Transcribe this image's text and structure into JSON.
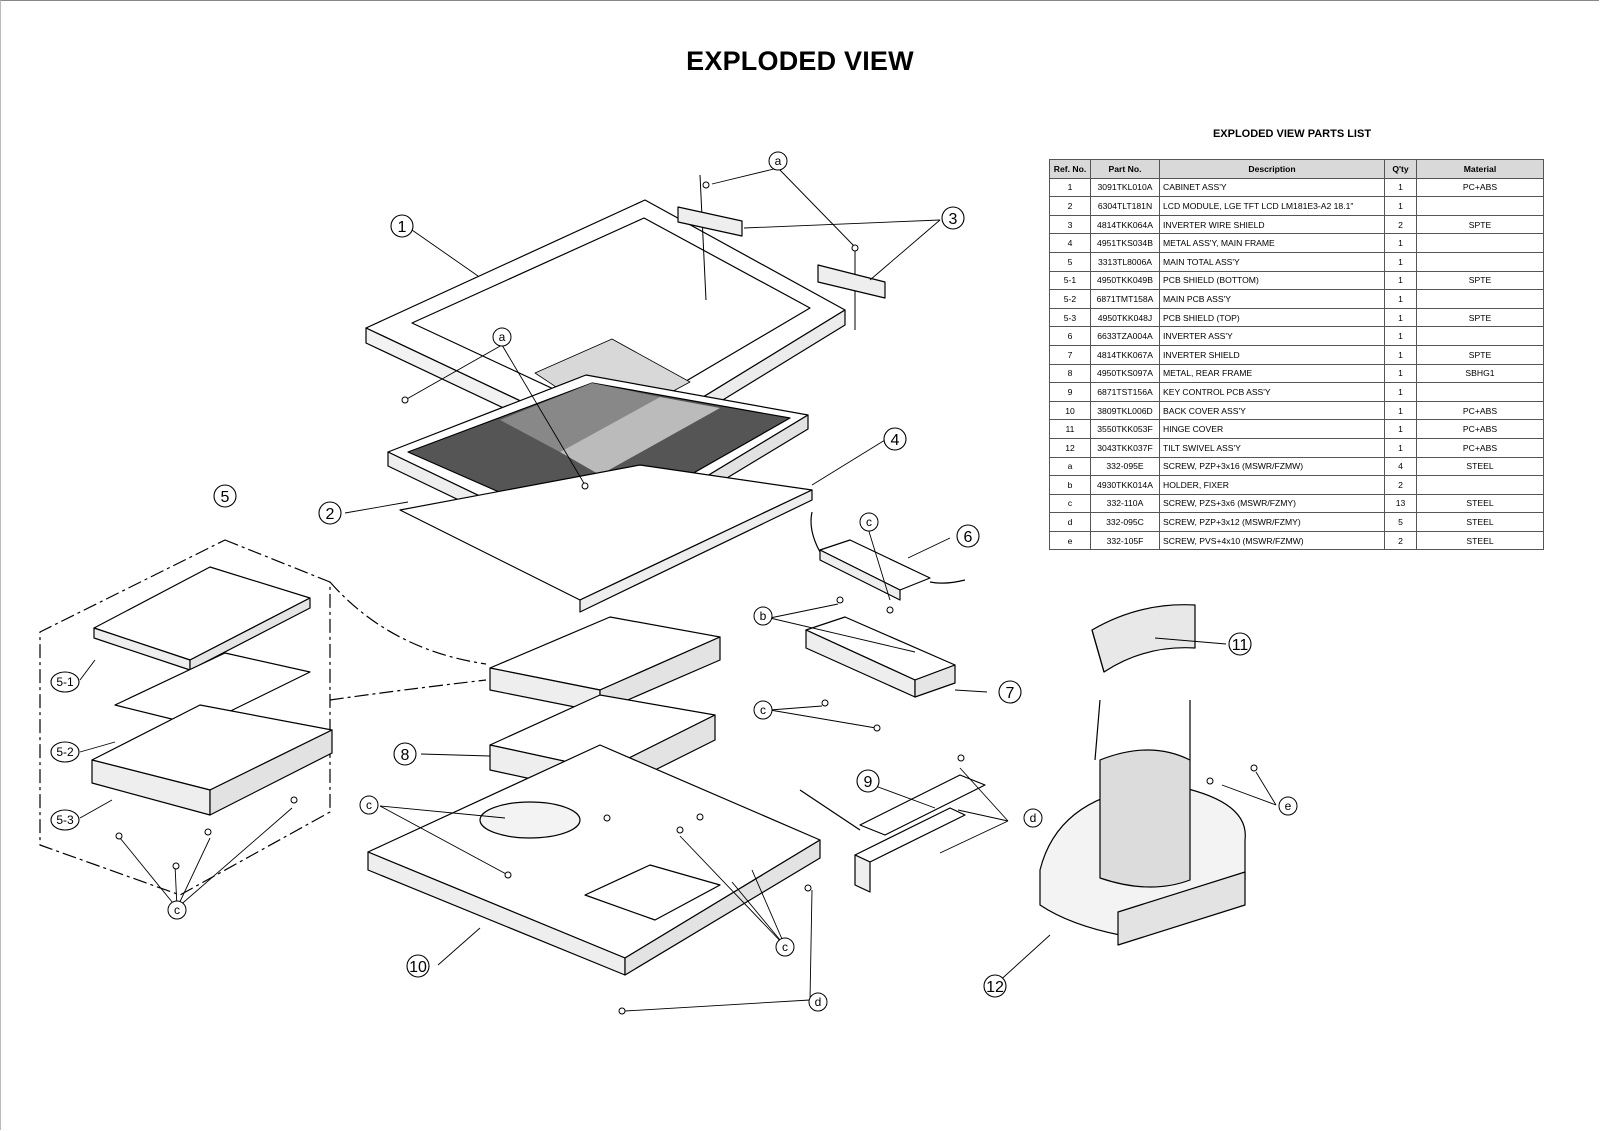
{
  "title": "EXPLODED VIEW",
  "parts_list": {
    "title": "EXPLODED VIEW PARTS LIST",
    "headers": [
      "Ref. No.",
      "Part No.",
      "Description",
      "Q'ty",
      "Material"
    ],
    "rows": [
      {
        "ref": "1",
        "part": "3091TKL010A",
        "desc": "CABINET ASS'Y",
        "qty": "1",
        "material": "PC+ABS"
      },
      {
        "ref": "2",
        "part": "6304TLT181N",
        "desc": "LCD MODULE, LGE TFT LCD LM181E3-A2 18.1\"",
        "qty": "1",
        "material": ""
      },
      {
        "ref": "3",
        "part": "4814TKK064A",
        "desc": "INVERTER WIRE SHIELD",
        "qty": "2",
        "material": "SPTE"
      },
      {
        "ref": "4",
        "part": "4951TKS034B",
        "desc": "METAL ASS'Y, MAIN FRAME",
        "qty": "1",
        "material": ""
      },
      {
        "ref": "5",
        "part": "3313TL8006A",
        "desc": "MAIN TOTAL ASS'Y",
        "qty": "1",
        "material": ""
      },
      {
        "ref": "5-1",
        "part": "4950TKK049B",
        "desc": "PCB SHIELD (BOTTOM)",
        "qty": "1",
        "material": "SPTE"
      },
      {
        "ref": "5-2",
        "part": "6871TMT158A",
        "desc": "MAIN PCB ASS'Y",
        "qty": "1",
        "material": ""
      },
      {
        "ref": "5-3",
        "part": "4950TKK048J",
        "desc": "PCB SHIELD (TOP)",
        "qty": "1",
        "material": "SPTE"
      },
      {
        "ref": "6",
        "part": "6633TZA004A",
        "desc": "INVERTER ASS'Y",
        "qty": "1",
        "material": ""
      },
      {
        "ref": "7",
        "part": "4814TKK067A",
        "desc": "INVERTER SHIELD",
        "qty": "1",
        "material": "SPTE"
      },
      {
        "ref": "8",
        "part": "4950TKS097A",
        "desc": "METAL, REAR FRAME",
        "qty": "1",
        "material": "SBHG1"
      },
      {
        "ref": "9",
        "part": "6871TST156A",
        "desc": "KEY CONTROL PCB ASS'Y",
        "qty": "1",
        "material": ""
      },
      {
        "ref": "10",
        "part": "3809TKL006D",
        "desc": "BACK COVER ASS'Y",
        "qty": "1",
        "material": "PC+ABS"
      },
      {
        "ref": "11",
        "part": "3550TKK053F",
        "desc": "HINGE COVER",
        "qty": "1",
        "material": "PC+ABS"
      },
      {
        "ref": "12",
        "part": "3043TKK037F",
        "desc": "TILT SWIVEL ASS'Y",
        "qty": "1",
        "material": "PC+ABS"
      },
      {
        "ref": "a",
        "part": "332-095E",
        "desc": "SCREW, PZP+3x16 (MSWR/FZMW)",
        "qty": "4",
        "material": "STEEL"
      },
      {
        "ref": "b",
        "part": "4930TKK014A",
        "desc": "HOLDER, FIXER",
        "qty": "2",
        "material": ""
      },
      {
        "ref": "c",
        "part": "332-110A",
        "desc": "SCREW, PZS+3x6 (MSWR/FZMY)",
        "qty": "13",
        "material": "STEEL"
      },
      {
        "ref": "d",
        "part": "332-095C",
        "desc": "SCREW, PZP+3x12 (MSWR/FZMY)",
        "qty": "5",
        "material": "STEEL"
      },
      {
        "ref": "e",
        "part": "332-105F",
        "desc": "SCREW, PVS+4x10 (MSWR/FZMW)",
        "qty": "2",
        "material": "STEEL"
      }
    ]
  },
  "callouts": {
    "c1": "1",
    "c2": "2",
    "c3": "3",
    "c4": "4",
    "c5": "5",
    "c6": "6",
    "c7": "7",
    "c8": "8",
    "c9": "9",
    "c10": "10",
    "c11": "11",
    "c12": "12",
    "c51": "5-1",
    "c52": "5-2",
    "c53": "5-3",
    "a1": "a",
    "a2": "a",
    "b1": "b",
    "c_a": "c",
    "c_b": "c",
    "c_c": "c",
    "c_d": "c",
    "c_e": "c",
    "d1": "d",
    "d2": "d",
    "e1": "e"
  }
}
